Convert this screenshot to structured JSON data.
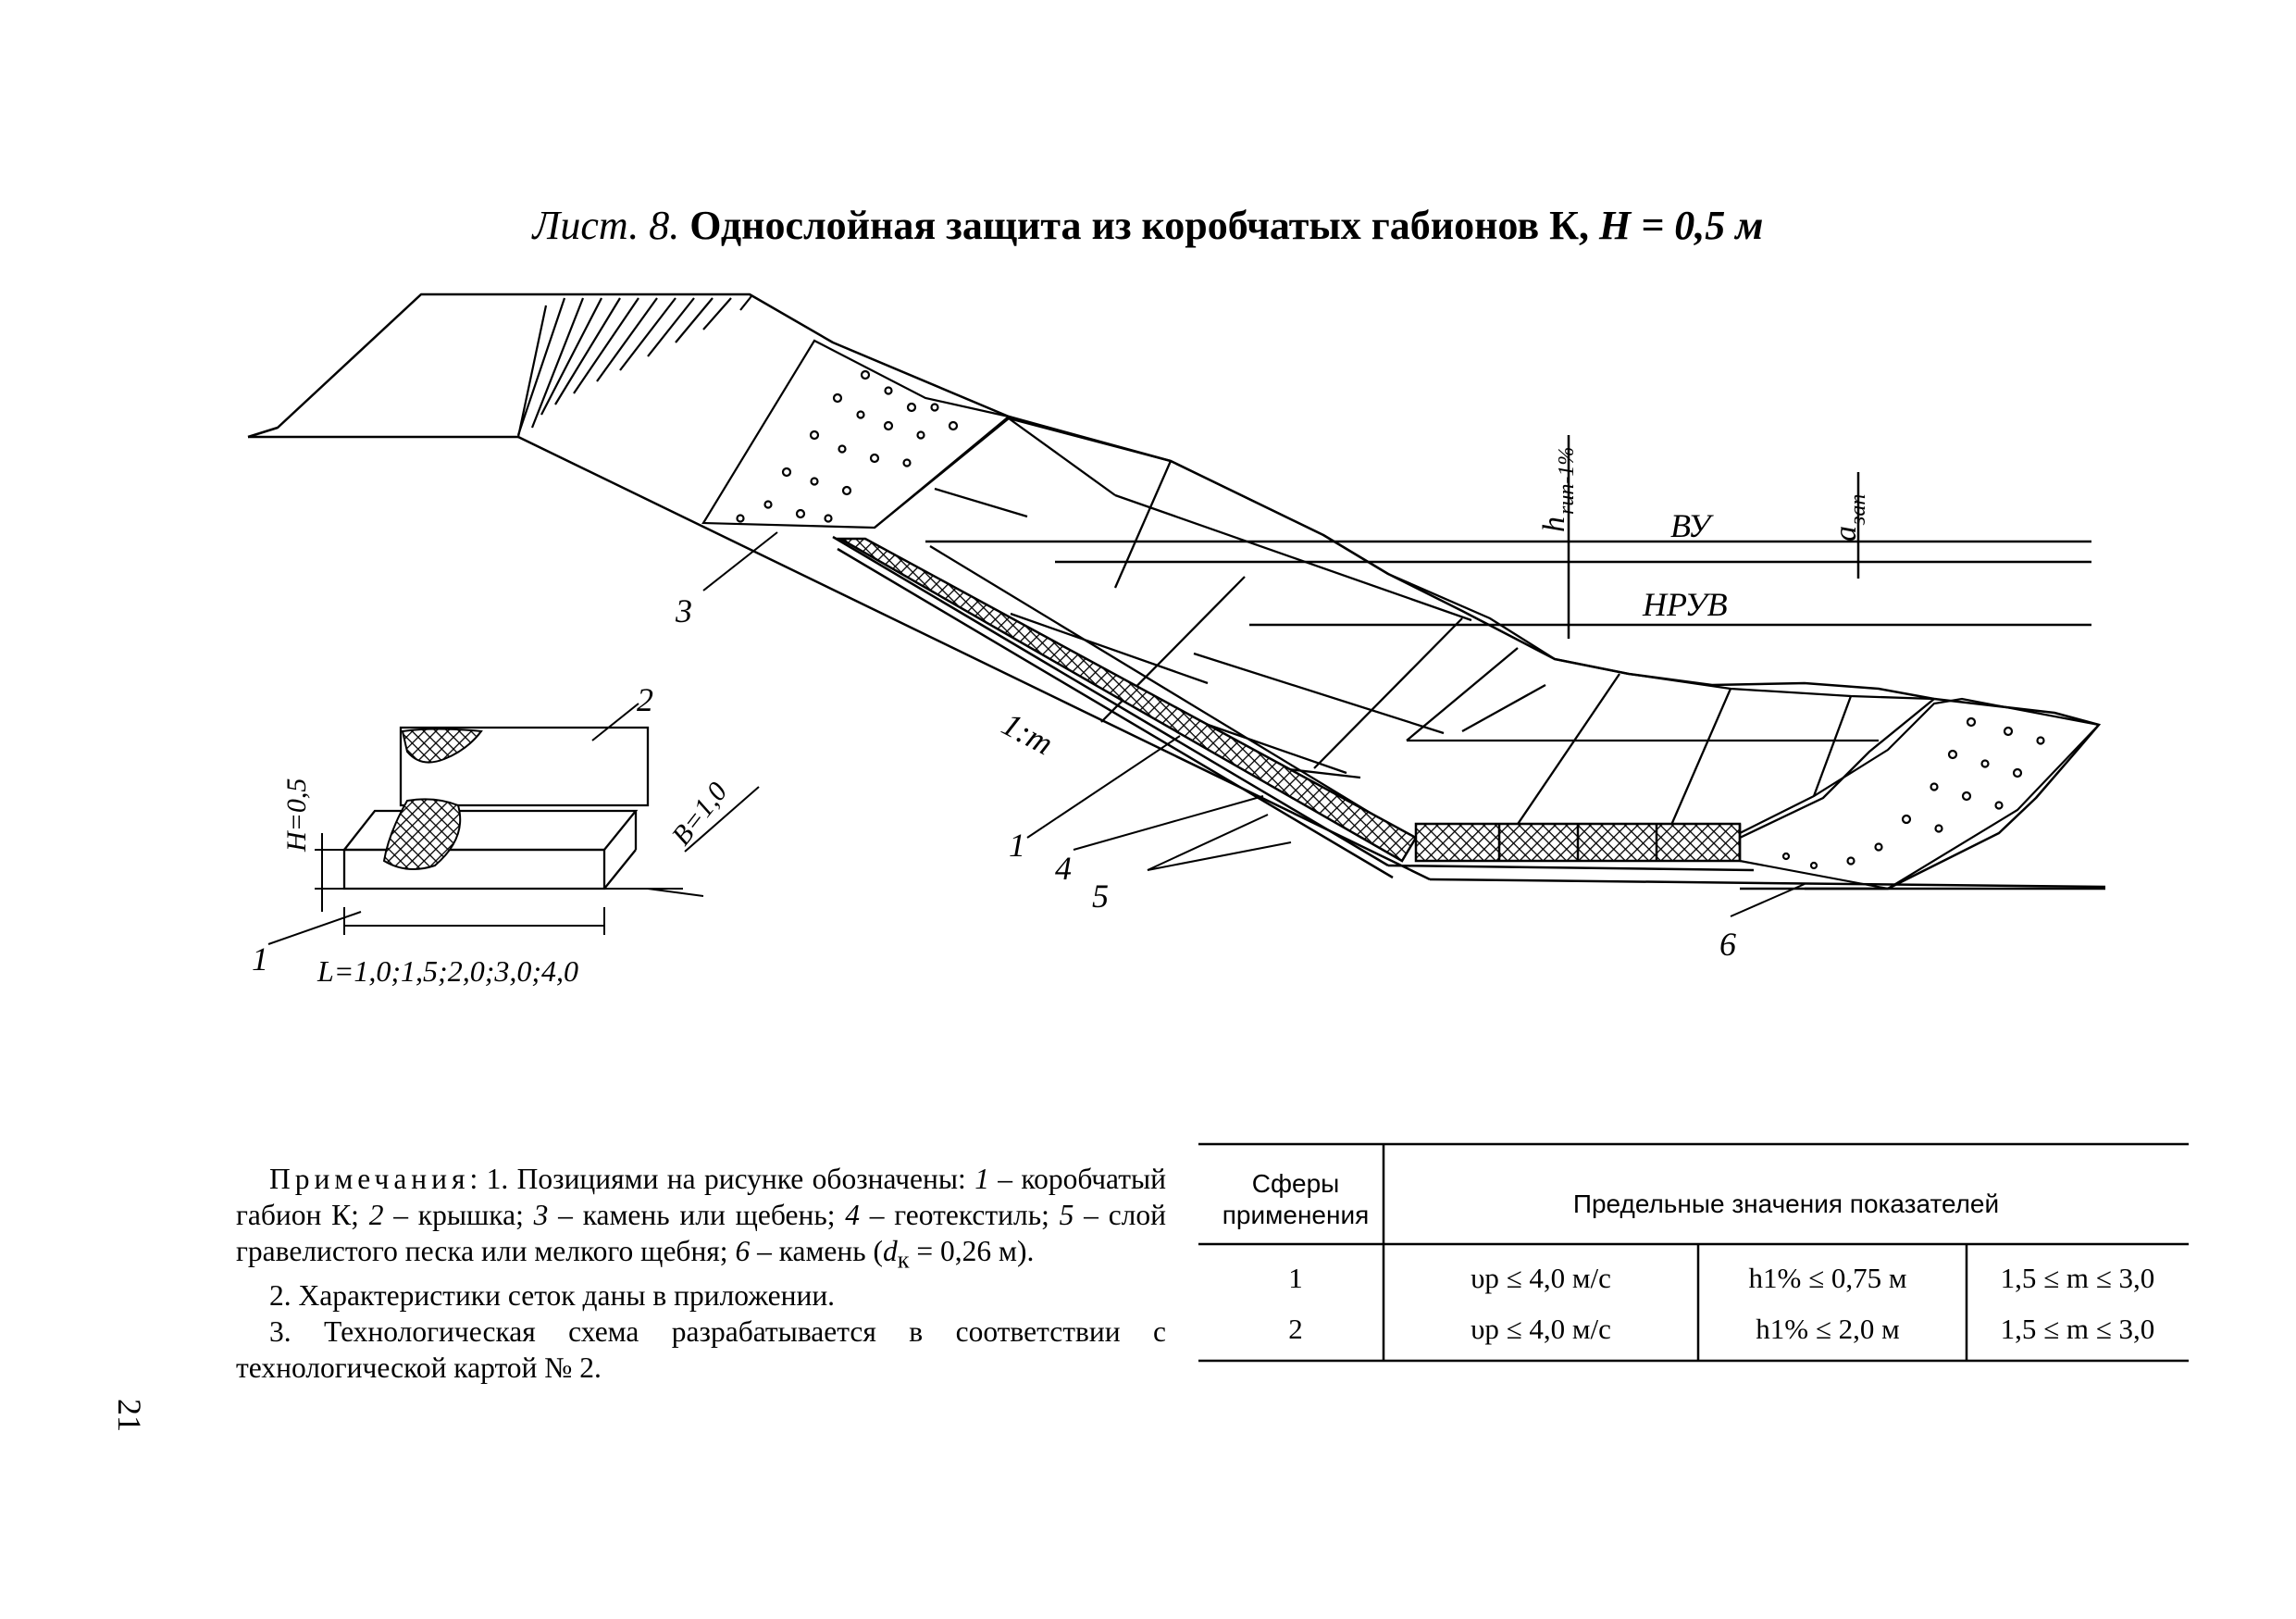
{
  "title": {
    "prefix": "Лист. 8.",
    "main": "Однослойная защита из коробчатых габионов К,",
    "formula": "H = 0,5 м"
  },
  "diagram": {
    "labels": {
      "vu": "ВУ",
      "nruv": "НРУВ",
      "h_run": "h",
      "h_run_sub": "run-1%",
      "a_zap": "a",
      "a_zap_sub": "зап",
      "slope": "1:m",
      "pos1_main": "1",
      "pos1_detail": "1",
      "pos2": "2",
      "pos3": "3",
      "pos4": "4",
      "pos5": "5",
      "pos6": "6",
      "dim_h": "H=0,5",
      "dim_b": "B=1,0",
      "dim_l": "L=1,0;1,5;2,0;3,0;4,0"
    }
  },
  "notes": {
    "heading": "Примечания",
    "n1_a": ": 1. Позициями на рисунке обозначены: ",
    "n1_i1": "1",
    "n1_b": " – коробчатый габион К; ",
    "n1_i2": "2",
    "n1_c": " – крышка; ",
    "n1_i3": "3",
    "n1_d": " – камень или щебень; ",
    "n1_i4": "4",
    "n1_e": " – геотекстиль; ",
    "n1_i5": "5",
    "n1_f": " – слой гравелистого песка или мелкого щебня; ",
    "n1_i6": "6",
    "n1_g": " – камень (",
    "n1_dk": "d",
    "n1_dk_sub": "к",
    "n1_h": " = 0,26 м).",
    "n2": "2. Характеристики сеток даны в приложении.",
    "n3": "3. Технологическая схема разрабатывается в соответствии с технологической картой № 2."
  },
  "table": {
    "col1_header": "Сферы применения",
    "col2_header": "Предельные значения показателей",
    "rows": [
      {
        "sphere": "1",
        "v": "υр ≤ 4,0 м/с",
        "h": "h1% ≤ 0,75 м",
        "m": "1,5 ≤ m ≤ 3,0"
      },
      {
        "sphere": "2",
        "v": "υр ≤ 4,0 м/с",
        "h": "h1% ≤ 2,0 м",
        "m": "1,5 ≤ m ≤ 3,0"
      }
    ]
  },
  "page_number": "21"
}
